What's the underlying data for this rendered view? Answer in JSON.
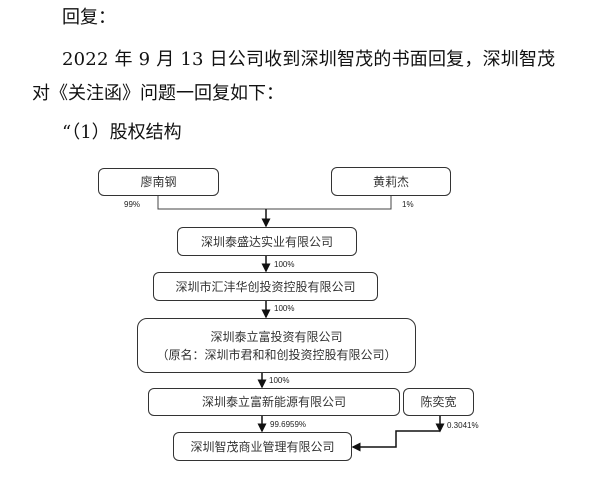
{
  "text": {
    "reply_heading": "回复：",
    "para_line1": "2022 年 9 月 13 日公司收到深圳智茂的书面回复，深圳智茂",
    "para_line2": "对《关注函》问题一回复如下：",
    "section_title": "“（1）股权结构"
  },
  "chart": {
    "nodes": {
      "liao": "廖南钢",
      "huang": "黄莉杰",
      "taishengda": "深圳泰盛达实业有限公司",
      "huiyanghua": "深圳市汇沣华创投资控股有限公司",
      "tailifu_name": "深圳泰立富投资有限公司",
      "tailifu_former": "（原名：深圳市君和和创投资控股有限公司）",
      "tailifu_energy": "深圳泰立富新能源有限公司",
      "chen": "陈奕宽",
      "zhimao": "深圳智茂商业管理有限公司"
    },
    "edges": {
      "liao_pct": "99%",
      "huang_pct": "1%",
      "tsd_pct": "100%",
      "hyh_pct": "100%",
      "tlf_pct": "100%",
      "energy_pct": "99.6959%",
      "chen_pct": "0.3041%"
    }
  }
}
